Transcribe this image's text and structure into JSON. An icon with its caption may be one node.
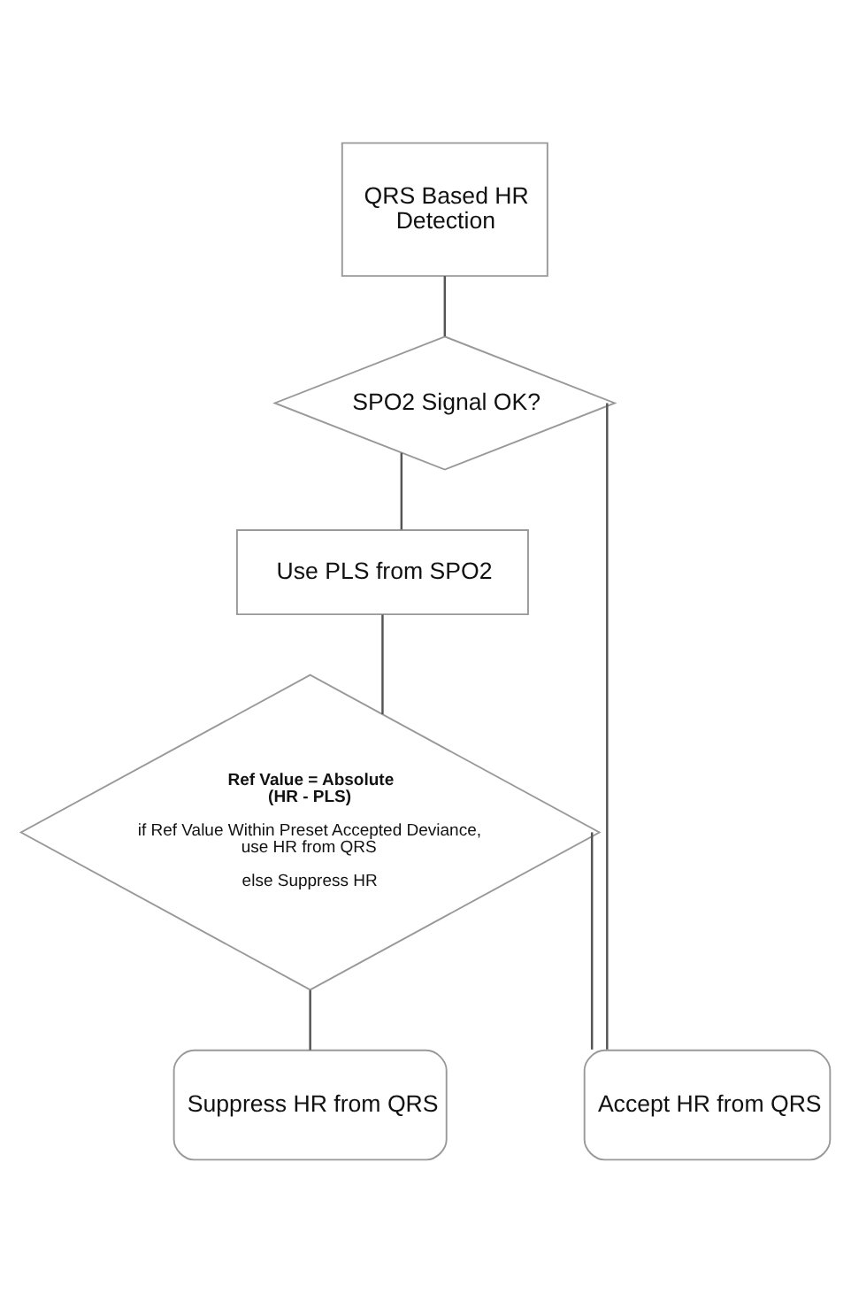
{
  "diagram": {
    "nodes": [
      {
        "text": [
          "QRS Based HR Detection"
        ]
      },
      {
        "text": [
          "SPO2 Signal OK?"
        ]
      },
      {
        "text": [
          "Use PLS from SPO2"
        ]
      },
      {
        "text": [
          "Ref Value = Absolute (HR - PLS)",
          "if Ref Value Within Preset Accepted Deviance, use HR from QRS",
          "else Suppress HR"
        ]
      },
      {
        "text": [
          "Suppress HR from QRS"
        ]
      },
      {
        "text": [
          "Accept HR from QRS"
        ]
      }
    ],
    "edges": [
      {
        "from": 0,
        "to": 1,
        "arrow": "none"
      },
      {
        "from": 1,
        "to": 2,
        "arrow": "none"
      },
      {
        "from": 2,
        "to": 3,
        "arrow": "none"
      },
      {
        "from": 3,
        "to": 4,
        "arrow": "none"
      },
      {
        "from": 1,
        "to": 5,
        "arrow": "none"
      },
      {
        "from": 3,
        "to": 5,
        "arrow": "none"
      }
    ]
  }
}
